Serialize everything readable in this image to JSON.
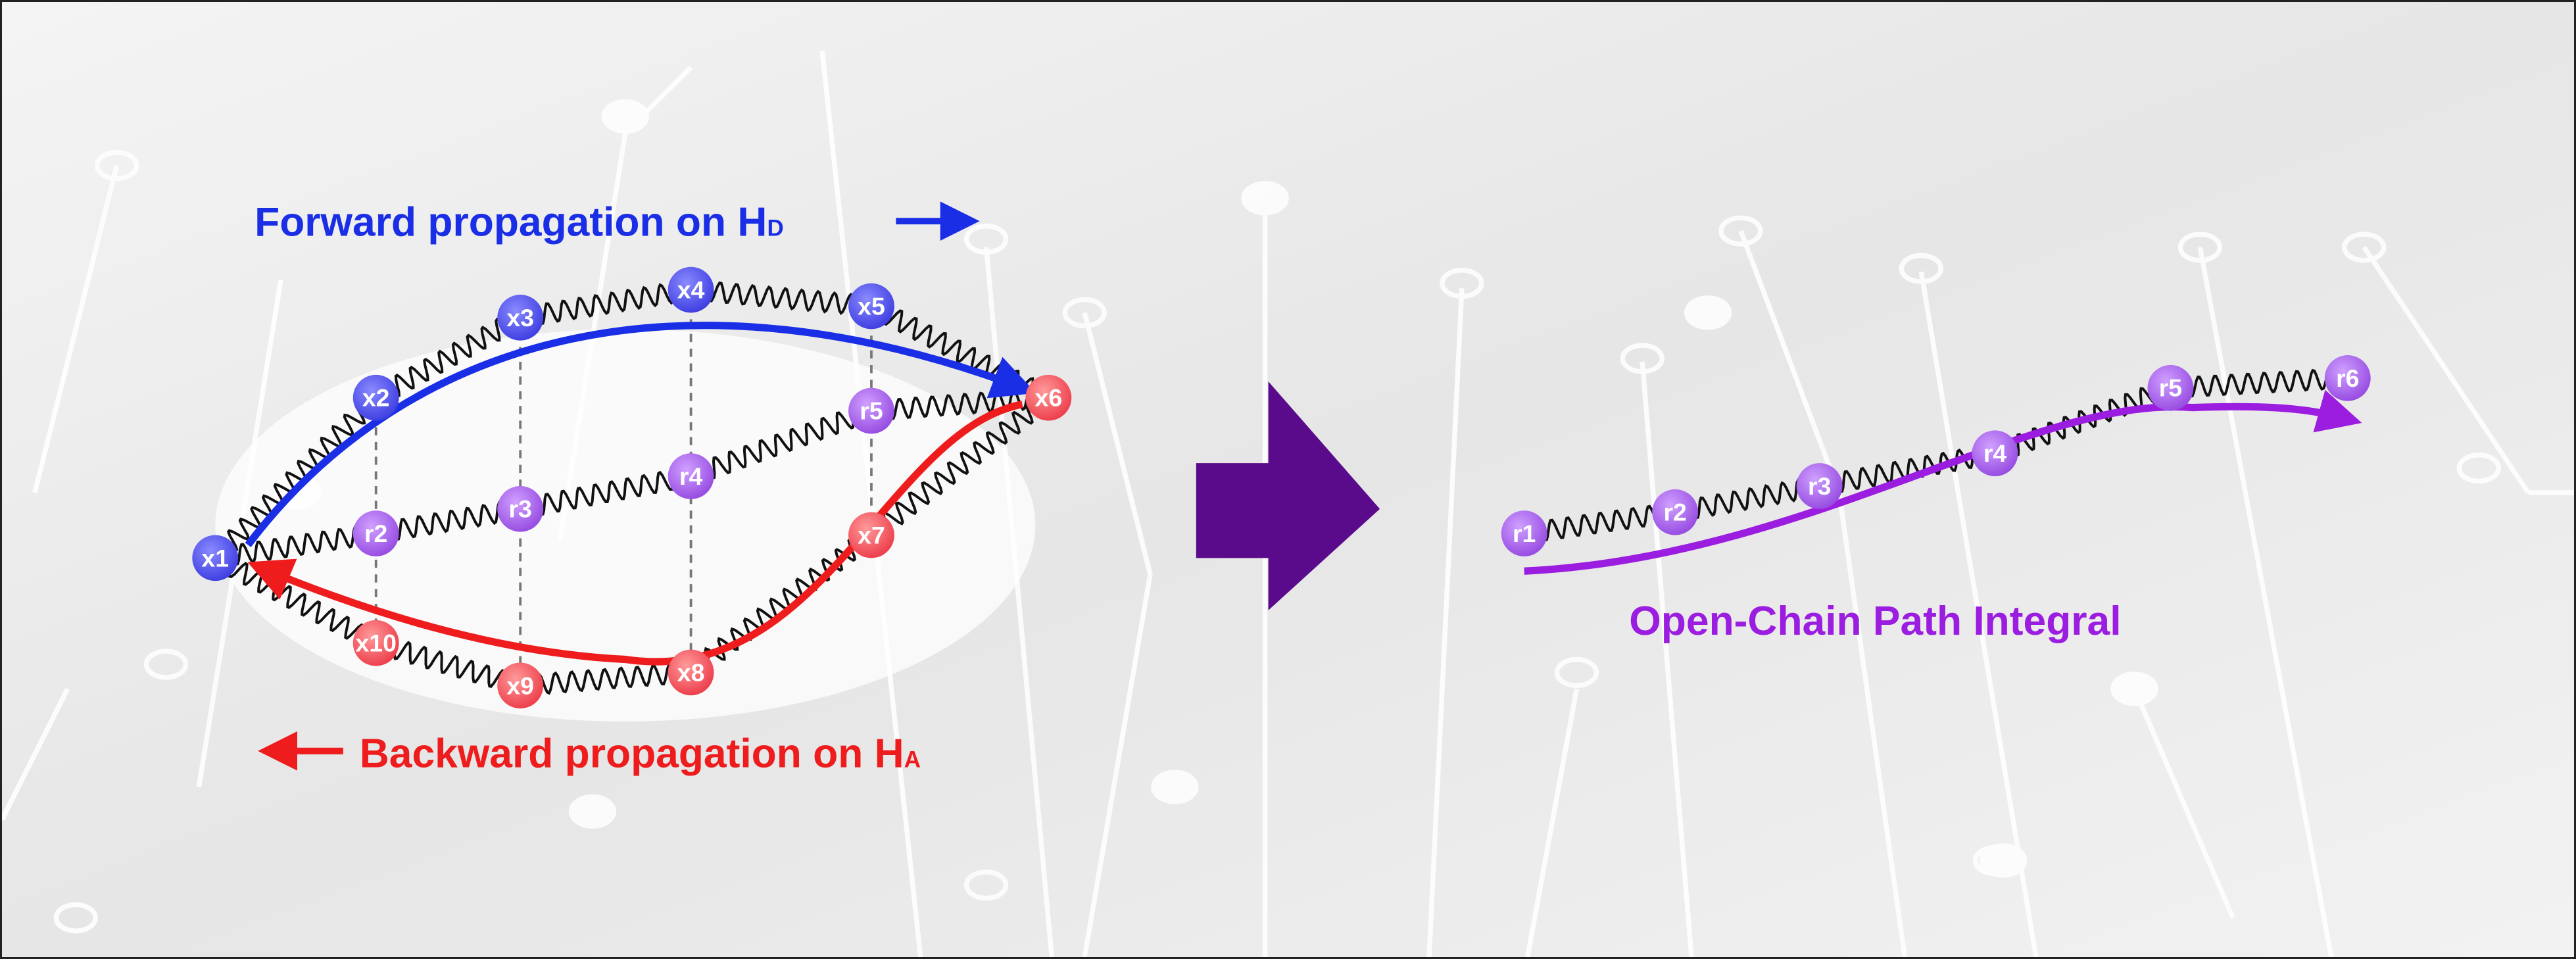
{
  "colors": {
    "forward": "#1a2ee6",
    "backward": "#ee1c1c",
    "path": "#9b1de0",
    "big_arrow": "#5a0b8c",
    "node_x_blue": "#4a4af0",
    "node_x_red": "#f0505a",
    "node_r": "#a560e8"
  },
  "left": {
    "forward_label": "Forward propagation on H",
    "forward_sub": "D",
    "backward_label": "Backward propagation on H",
    "backward_sub": "A",
    "outer_top_nodes": [
      "x1",
      "x2",
      "x3",
      "x4",
      "x5",
      "x6"
    ],
    "outer_bottom_nodes": [
      "x7",
      "x8",
      "x9",
      "x10"
    ],
    "inner_nodes": [
      "r2",
      "r3",
      "r4",
      "r5"
    ]
  },
  "right": {
    "title": "Open-Chain Path Integral",
    "nodes": [
      "r1",
      "r2",
      "r3",
      "r4",
      "r5",
      "r6"
    ]
  }
}
